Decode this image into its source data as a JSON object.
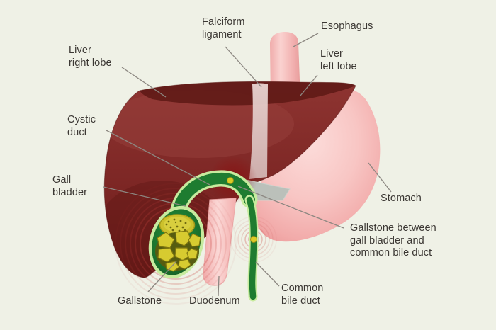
{
  "diagram": {
    "subject": "Gallstones in the gall bladder and common bile duct",
    "background_color": "#eff1e6",
    "colors": {
      "liver": "#7c2725",
      "liver_top_face": "#5e1916",
      "stomach_pink": "#f6c2c1",
      "esophagus_pink": "#f3b5b4",
      "duodenum_pink": "#f6bfbe",
      "duct_green": "#1e7c30",
      "duct_rim_green": "#c7eb9e",
      "gallstone_yellow": "#d6ca2e",
      "inflammation_red": "#c94440",
      "falciform_gray": "#d8bcba",
      "junction_gray": "#bbc0ba",
      "label_text": "#3c3834",
      "leader_line": "#8c8781"
    },
    "labels": {
      "falciform_ligament": "Falciform\nligament",
      "esophagus": "Esophagus",
      "liver_right_lobe": "Liver\nright lobe",
      "liver_left_lobe": "Liver\nleft lobe",
      "cystic_duct": "Cystic\nduct",
      "gall_bladder": "Gall\nbladder",
      "stomach": "Stomach",
      "gallstone_between": "Gallstone between\ngall bladder and\ncommon bile duct",
      "gallstone": "Gallstone",
      "duodenum": "Duodenum",
      "common_bile_duct": "Common\nbile duct"
    }
  }
}
